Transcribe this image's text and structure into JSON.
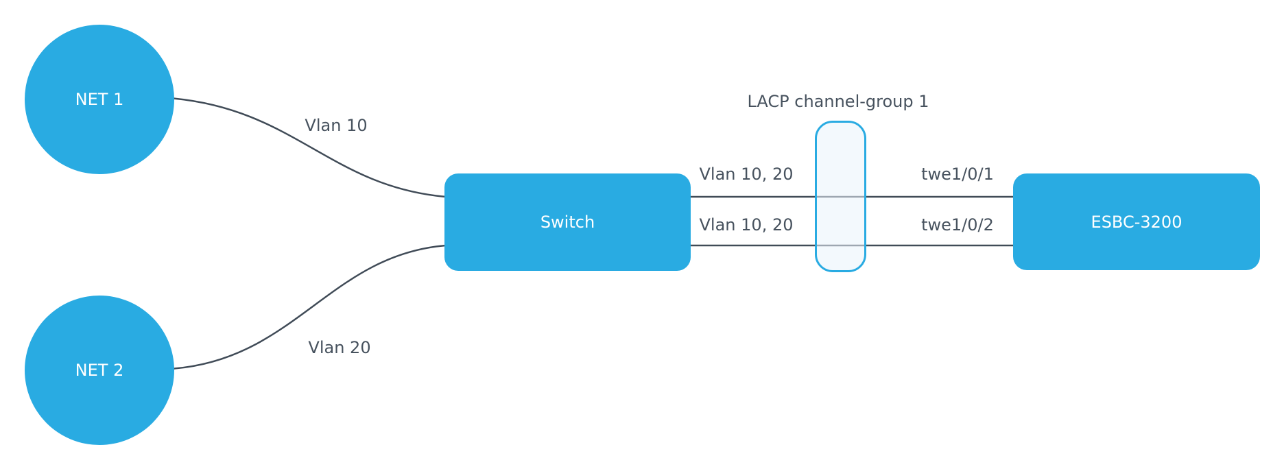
{
  "diagram": {
    "nodes": [
      {
        "id": "net1",
        "label": "NET 1",
        "shape": "circle"
      },
      {
        "id": "net2",
        "label": "NET 2",
        "shape": "circle"
      },
      {
        "id": "switch",
        "label": "Switch",
        "shape": "rounded-rect"
      },
      {
        "id": "esbc",
        "label": "ESBC-3200",
        "shape": "rounded-rect"
      }
    ],
    "edges": [
      {
        "from": "NET 1",
        "to": "Switch",
        "label": "Vlan 10"
      },
      {
        "from": "NET 2",
        "to": "Switch",
        "label": "Vlan 20"
      },
      {
        "from": "Switch",
        "to": "ESBC-3200",
        "label_left": "Vlan 10, 20",
        "label_right": "twe1/0/1"
      },
      {
        "from": "Switch",
        "to": "ESBC-3200",
        "label_left": "Vlan 10, 20",
        "label_right": "twe1/0/2"
      }
    ],
    "group": {
      "label": "LACP channel-group 1",
      "members": [
        "twe1/0/1",
        "twe1/0/2"
      ]
    },
    "colors": {
      "node_fill": "#29abe2",
      "node_text": "#ffffff",
      "edge_stroke": "#404b57",
      "label_text": "#47525e",
      "group_stroke": "#29abe2",
      "group_fill": "#e9f4fb",
      "background": "#ffffff"
    }
  }
}
